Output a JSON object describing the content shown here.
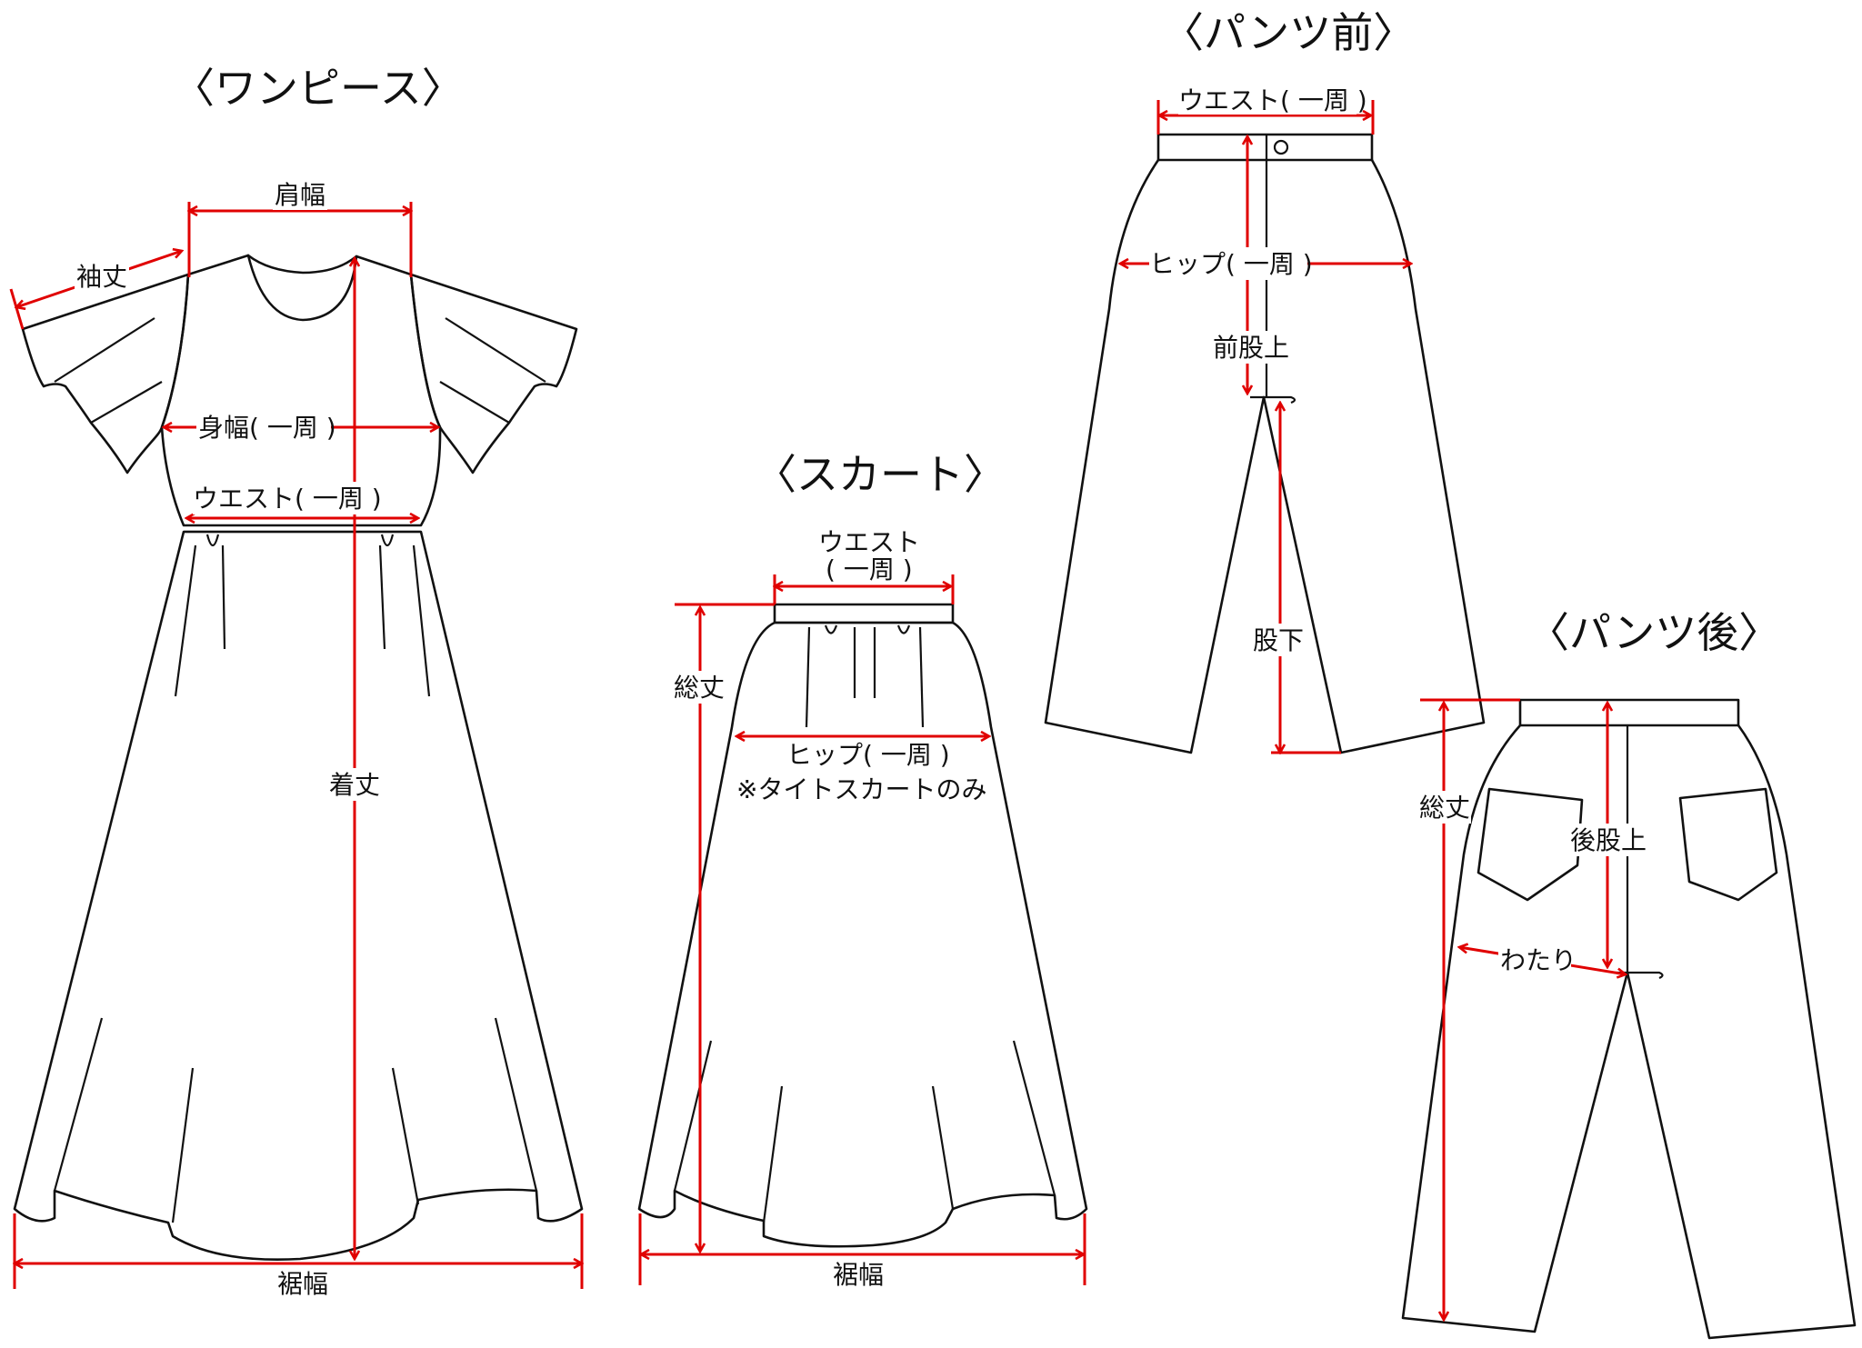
{
  "onepiece": {
    "title": "〈ワンピース〉",
    "labels": {
      "shoulder": "肩幅",
      "sleeve": "袖丈",
      "body": "身幅( 一周 )",
      "waist": "ウエスト( 一周 )",
      "length": "着丈",
      "hem": "裾幅"
    }
  },
  "skirt": {
    "title": "〈スカート〉",
    "labels": {
      "waist_line1": "ウエスト",
      "waist_line2": "( 一周 )",
      "total": "総丈",
      "hip": "ヒップ( 一周 )",
      "hip_note": "※タイトスカートのみ",
      "hem": "裾幅"
    }
  },
  "pants_front": {
    "title": "〈パンツ前〉",
    "labels": {
      "waist": "ウエスト( 一周 )",
      "hip": "ヒップ( 一周 )",
      "front_rise": "前股上",
      "inseam": "股下"
    }
  },
  "pants_back": {
    "title": "〈パンツ後〉",
    "labels": {
      "total": "総丈",
      "back_rise": "後股上",
      "thigh": "わたり"
    }
  },
  "colors": {
    "outline": "#111111",
    "measure": "#e00000"
  }
}
